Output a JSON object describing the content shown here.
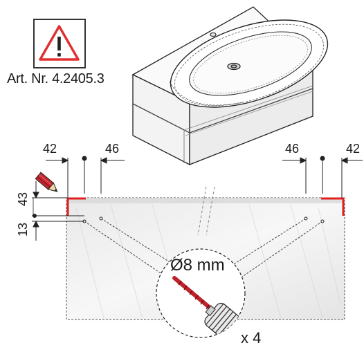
{
  "warning": {
    "icon": "warning-triangle-icon",
    "color": "#e03030"
  },
  "article_number": "Art. Nr. 4.2405.3",
  "dimensions": {
    "left_outer": "42",
    "left_inner": "46",
    "right_inner": "46",
    "right_outer": "42",
    "vertical_upper": "43",
    "vertical_lower": "13"
  },
  "drill": {
    "size_label": "Ø8 mm",
    "icon": "drill-bit-icon"
  },
  "quantity_label": "x 4",
  "pencil_icon": "pencil-icon",
  "accent_color": "#e02020"
}
